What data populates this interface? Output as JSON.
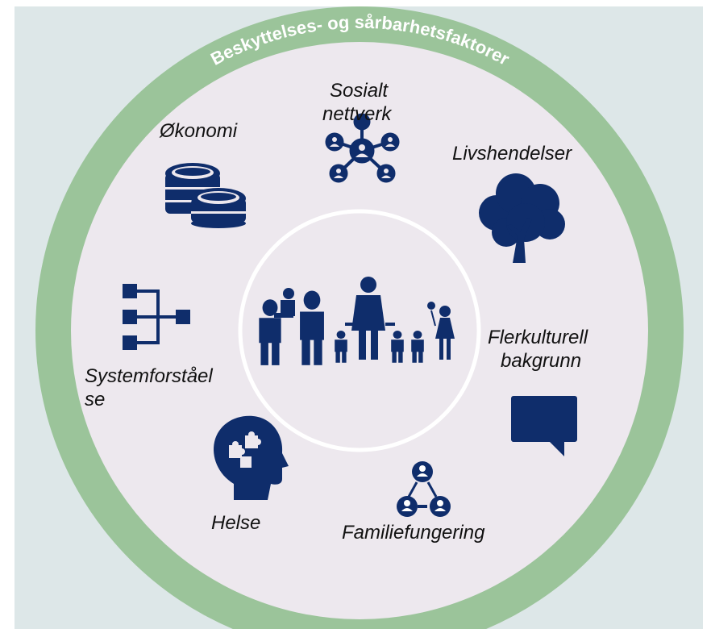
{
  "diagram": {
    "ring_title": "Beskyttelses- og sårbarhetsfaktorer",
    "factors": {
      "sosialt_nettverk": {
        "line1": "Sosialt",
        "line2": "nettverk",
        "icon": "network-icon"
      },
      "okonomi": {
        "label": "Økonomi",
        "icon": "coins-icon"
      },
      "livshendelser": {
        "label": "Livshendelser",
        "icon": "tree-icon"
      },
      "systemforstaelse": {
        "line1": "Systemforståel",
        "line2": "se",
        "icon": "hierarchy-icon"
      },
      "flerkulturell": {
        "line1": "Flerkulturell",
        "line2": "bakgrunn",
        "icon": "speech-bubble-icon"
      },
      "helse": {
        "label": "Helse",
        "icon": "head-puzzle-icon"
      },
      "familiefungering": {
        "label": "Familiefungering",
        "icon": "family-relations-icon"
      }
    },
    "center_icon": "family-icon"
  },
  "colors": {
    "background": "#dde7e8",
    "ring": "#9bc49a",
    "disc": "#ede8ee",
    "icon": "#0f2d6b",
    "text": "#111111",
    "ring_text": "#ffffff"
  }
}
